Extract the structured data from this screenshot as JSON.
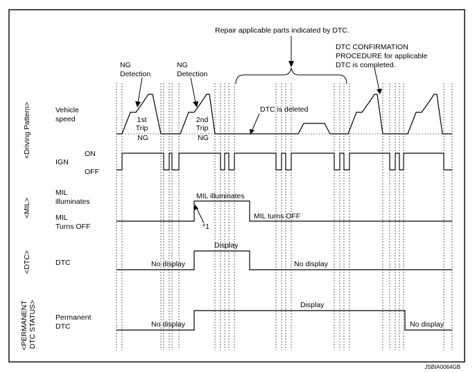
{
  "colors": {
    "line": "#000000",
    "background": "#ffffff"
  },
  "top_notes": {
    "repair": "Repair applicable parts indicated by DTC.",
    "dtc_confirm": [
      "DTC CONFIRMATION",
      "PROCEDURE for applicable",
      "DTC is completed."
    ],
    "ng_detection_1": [
      "NG",
      "Detection"
    ],
    "ng_detection_2": [
      "NG",
      "Detection"
    ]
  },
  "sections": {
    "driving_pattern": "<Driving Pattern>",
    "mil": "<MIL>",
    "dtc": "<DTC>",
    "permanent": [
      "<PERMANENT",
      "DTC STATUS>"
    ]
  },
  "rows": {
    "vehicle_speed": [
      "Vehicle",
      "speed"
    ],
    "ign": "IGN",
    "ign_on": "ON",
    "ign_off": "OFF",
    "mil_illuminates": [
      "MIL",
      "illuminates"
    ],
    "mil_turns_off": [
      "MIL",
      "Turns OFF"
    ],
    "dtc": "DTC",
    "permanent_dtc": [
      "Permanent",
      "DTC"
    ]
  },
  "annotations": {
    "trip1": [
      "1st",
      "Trip",
      "NG"
    ],
    "trip2": [
      "2nd",
      "Trip",
      "NG"
    ],
    "dtc_deleted": "DTC is deleted",
    "mil_illuminates": "MIL illuminates",
    "mil_turns_off": "MIL turns OFF",
    "star1": "*1",
    "dtc_display": "Display",
    "dtc_no_display_1": "No display",
    "dtc_no_display_2": "No display",
    "perm_display": "Display",
    "perm_no_display_1": "No display",
    "perm_no_display_2": "No display"
  },
  "figure_code": "JSBIA0064GB"
}
